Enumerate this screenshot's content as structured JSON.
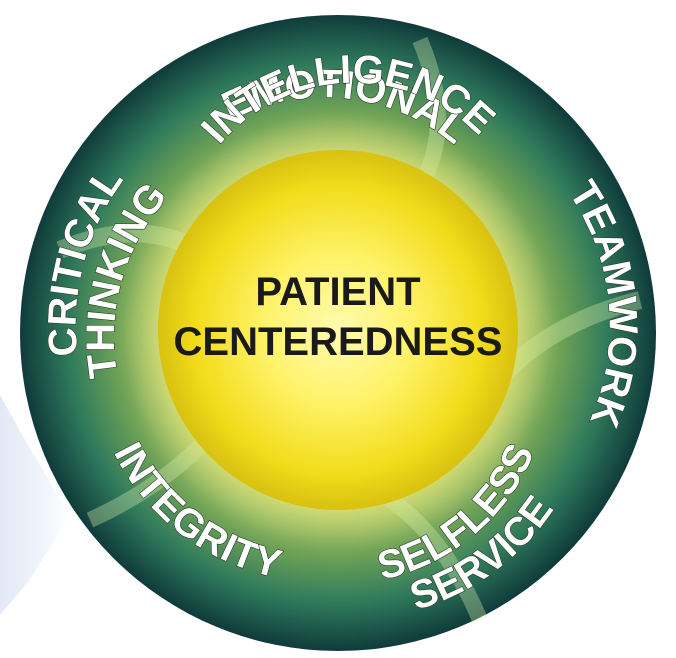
{
  "center": {
    "line1": "PATIENT",
    "line2": "CENTEREDNESS"
  },
  "ring": {
    "emotional_line1": "EMOTIONAL",
    "emotional_line2": "INTELLIGENCE",
    "teamwork": "TEAMWORK",
    "selfless_line1": "SELFLESS",
    "selfless_line2": "SERVICE",
    "integrity": "INTEGRITY",
    "critical_line1": "CRITICAL",
    "critical_line2": "THINKING"
  },
  "colors": {
    "ring_dark": "#0f3b3b",
    "ring_mid": "#2b6e4a",
    "ring_light": "#8fb65a",
    "sun_core": "#fff36b",
    "sun_mid": "#f5e21e",
    "sun_edge": "#d9c40a",
    "text_light": "#ffffff",
    "text_dark": "#1a1a1a"
  }
}
